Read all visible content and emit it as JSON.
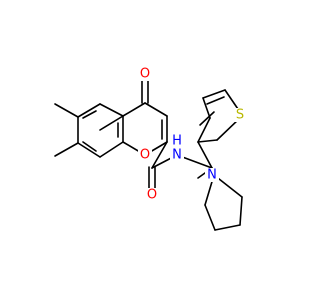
{
  "molecule": {
    "atoms": {
      "ketone_oxygen": {
        "label": "O",
        "color": "#ff0000"
      },
      "ring_oxygen": {
        "label": "O",
        "color": "#ff0000"
      },
      "amide_oxygen": {
        "label": "O",
        "color": "#ff0000"
      },
      "amide_nitrogen": {
        "label": "N",
        "color": "#0000ff"
      },
      "amide_hydrogen": {
        "label": "H",
        "color": "#0000ff"
      },
      "pyrrolidine_nitrogen": {
        "label": "N",
        "color": "#0000ff"
      },
      "thiophene_sulfur": {
        "label": "S",
        "color": "#b8b800"
      }
    },
    "bond_color": "#000000"
  }
}
